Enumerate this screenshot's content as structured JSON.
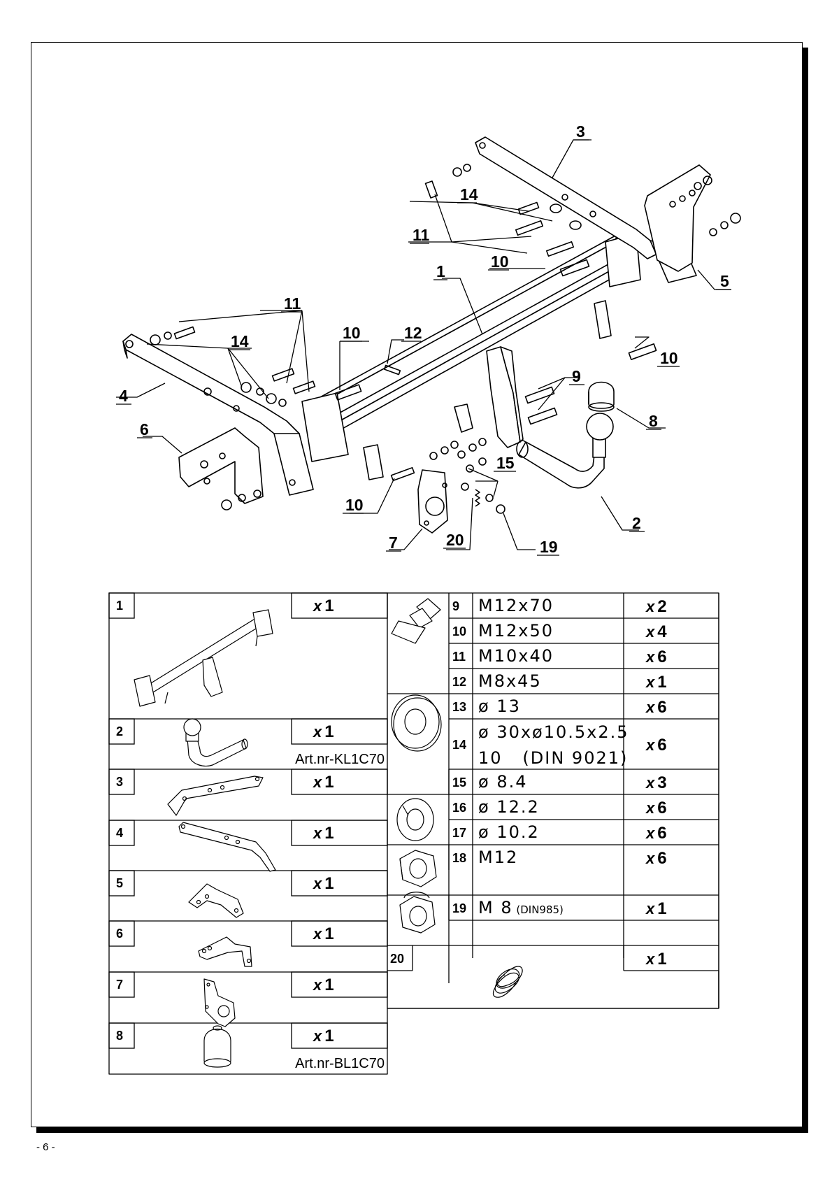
{
  "footer": {
    "page_label": "- 6 -"
  },
  "callouts": {
    "c1": "1",
    "c2": "2",
    "c3": "3",
    "c4": "4",
    "c5": "5",
    "c6": "6",
    "c7": "7",
    "c8": "8",
    "c9": "9",
    "c10a": "10",
    "c10b": "10",
    "c10c": "10",
    "c10d": "10",
    "c11a": "11",
    "c11b": "11",
    "c12": "12",
    "c14a": "14",
    "c14b": "14",
    "c15": "15",
    "c19": "19",
    "c20": "20"
  },
  "parts_left": [
    {
      "num": "1",
      "qty_x": "x",
      "qty_n": "1"
    },
    {
      "num": "2",
      "qty_x": "x",
      "qty_n": "1",
      "art": "Art.nr-KL1C70"
    },
    {
      "num": "3",
      "qty_x": "x",
      "qty_n": "1"
    },
    {
      "num": "4",
      "qty_x": "x",
      "qty_n": "1"
    },
    {
      "num": "5",
      "qty_x": "x",
      "qty_n": "1"
    },
    {
      "num": "6",
      "qty_x": "x",
      "qty_n": "1"
    },
    {
      "num": "7",
      "qty_x": "x",
      "qty_n": "1"
    },
    {
      "num": "8",
      "qty_x": "x",
      "qty_n": "1",
      "art": "Art.nr-BL1C70"
    }
  ],
  "parts_right": [
    {
      "num": "9",
      "spec": "M12x70",
      "qty_x": "x",
      "qty_n": "2"
    },
    {
      "num": "10",
      "spec": "M12x50",
      "qty_x": "x",
      "qty_n": "4"
    },
    {
      "num": "11",
      "spec": "M10x40",
      "qty_x": "x",
      "qty_n": "6"
    },
    {
      "num": "12",
      "spec": "M8x45",
      "qty_x": "x",
      "qty_n": "1"
    },
    {
      "num": "13",
      "spec": "ø 13",
      "qty_x": "x",
      "qty_n": "6"
    },
    {
      "num": "14",
      "spec": "ø 30xø10.5x2.5",
      "spec2": "10   (DIN 9021)",
      "qty_x": "x",
      "qty_n": "6"
    },
    {
      "num": "15",
      "spec": "ø 8.4",
      "qty_x": "x",
      "qty_n": "3"
    },
    {
      "num": "16",
      "spec": "ø 12.2",
      "qty_x": "x",
      "qty_n": "6"
    },
    {
      "num": "17",
      "spec": "ø 10.2",
      "qty_x": "x",
      "qty_n": "6"
    },
    {
      "num": "18",
      "spec": "M12",
      "qty_x": "x",
      "qty_n": "6"
    },
    {
      "num": "19",
      "spec": "M 8",
      "spec_small": " (DIN985)",
      "qty_x": "x",
      "qty_n": "1"
    },
    {
      "num": "20",
      "qty_x": "x",
      "qty_n": "1"
    }
  ],
  "icons": {
    "bolt": "bolt-icon",
    "washer": "washer-icon",
    "spring_washer": "spring-washer-icon",
    "hex_nut": "hex-nut-icon",
    "lock_nut": "lock-nut-icon",
    "spring": "spring-icon"
  }
}
